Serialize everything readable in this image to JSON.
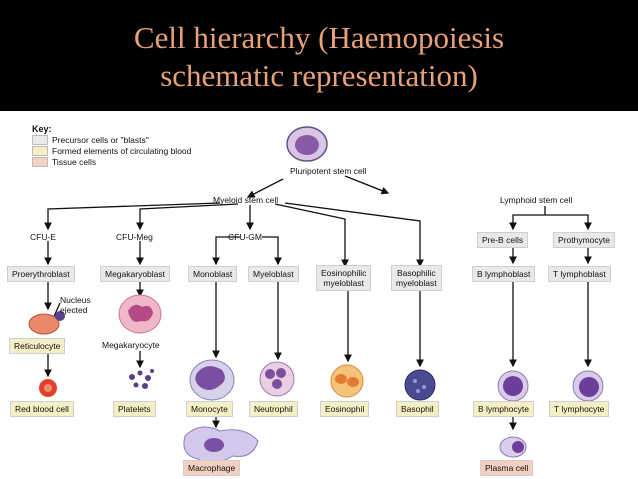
{
  "title": {
    "line1": "Cell hierarchy (Haemopoiesis",
    "line2": "schematic representation)"
  },
  "key": {
    "heading": "Key:",
    "items": [
      {
        "label": "Precursor cells or \"blasts\"",
        "color": "#e9e9e9"
      },
      {
        "label": "Formed elements of circulating blood",
        "color": "#f6efc5"
      },
      {
        "label": "Tissue cells",
        "color": "#f3d0c0"
      }
    ]
  },
  "nodes": {
    "pluripotent": "Pluripotent stem cell",
    "myeloid": "Myeloid stem cell",
    "lymphoid": "Lymphoid stem cell",
    "cfu_e": "CFU-E",
    "cfu_meg": "CFU-Meg",
    "cfu_gm": "CFU-GM",
    "pre_b": "Pre-B cells",
    "prothymocyte": "Prothymocyte",
    "proerythroblast": "Proerythroblast",
    "megakaryoblast": "Megakaryoblast",
    "monoblast": "Monoblast",
    "myeloblast": "Myeloblast",
    "eosinophilic_1": "Eosinophilic",
    "eosinophilic_2": "myeloblast",
    "basophilic_1": "Basophilic",
    "basophilic_2": "myeloblast",
    "b_lymphoblast": "B lymphoblast",
    "t_lymphoblast": "T lymphoblast",
    "nucleus_1": "Nucleus",
    "nucleus_2": "ejected",
    "reticulocyte": "Reticulocyte",
    "megakaryocyte": "Megakaryocyte",
    "red_blood_cell": "Red blood cell",
    "platelets": "Platelets",
    "monocyte": "Monocyte",
    "neutrophil": "Neutrophil",
    "eosinophil": "Eosinophil",
    "basophil": "Basophil",
    "b_lymphocyte": "B lymphocyte",
    "t_lymphocyte": "T lymphocyte",
    "macrophage": "Macrophage",
    "plasma_cell": "Plasma cell"
  }
}
